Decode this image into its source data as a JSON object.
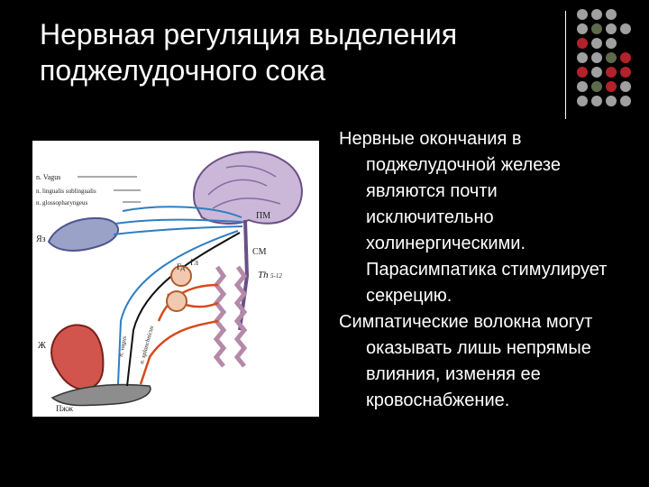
{
  "slide": {
    "title": "Нервная регуляция выделения поджелудочного сока",
    "paragraphs": [
      "Нервные окончания в поджелудочной железе являются почти исключительно холинергическими. Парасимпатика стимулирует секрецию.",
      "Симпатические волокна могут оказывать  лишь непрямые влияния, изменяя ее кровоснабжение."
    ]
  },
  "figure": {
    "labels": {
      "vagus": "n. Vagus",
      "n2": "n. lingualis sublingualis",
      "n3": "n. glossopharyngeus",
      "liver": "Яз",
      "brain": "ПМ",
      "cm": "СМ",
      "th": "Th",
      "th_range": "5-12",
      "gl": "Гл",
      "gd": "Гд",
      "stomach": "Ж",
      "pancreas": "Пжж",
      "fiber1": "n. vagus",
      "fiber2": "n. splanchnicus"
    }
  },
  "colors": {
    "accent_gray": "#a0a0a0",
    "accent_red": "#b3222a",
    "accent_olive": "#5c6b4d"
  }
}
